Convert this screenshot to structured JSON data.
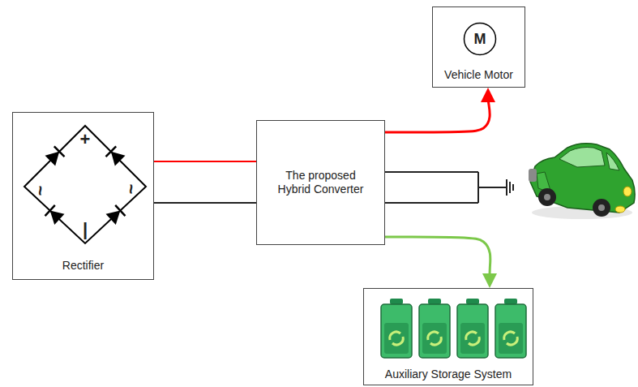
{
  "diagram": {
    "nodes": [
      {
        "text": [
          "Rectifier"
        ]
      },
      {
        "text": [
          "The proposed Hybrid Converter"
        ]
      },
      {
        "text": [
          "Vehicle Motor"
        ]
      },
      {
        "text": [
          "M"
        ],
        "in": 2
      },
      {
        "text": [
          "Auxiliary Storage System"
        ]
      }
    ],
    "edges": [
      {
        "from": 0,
        "to": 1,
        "arrow": "none"
      },
      {
        "from": 0,
        "to": 1,
        "arrow": "none"
      },
      {
        "from": 1,
        "to": 2,
        "arrow": "to"
      },
      {
        "from": 1,
        "to": 4,
        "arrow": "to"
      }
    ],
    "labels": [
      "+",
      "|",
      "~",
      "~"
    ]
  }
}
